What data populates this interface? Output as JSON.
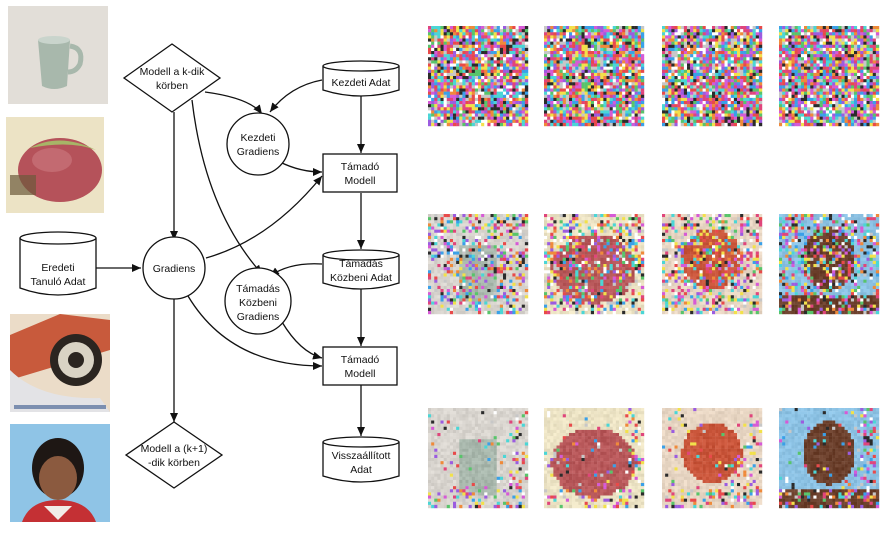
{
  "diagram": {
    "nodes": {
      "model_k": [
        "Modell a k-dik",
        "körben"
      ],
      "initial_data": [
        "Kezdeti Adat"
      ],
      "initial_gradient": [
        "Kezdeti",
        "Gradiens"
      ],
      "attack_model_1": [
        "Támadó",
        "Modell"
      ],
      "original_data": [
        "Eredeti",
        "Tanuló Adat"
      ],
      "gradient": [
        "Gradiens"
      ],
      "intermediate_data": [
        "Támadás",
        "Közbeni Adat"
      ],
      "intermediate_gradient": [
        "Támadás",
        "Közbeni",
        "Gradiens"
      ],
      "attack_model_2": [
        "Támadó",
        "Modell"
      ],
      "model_k1": [
        "Modell a (k+1)",
        "-dik körben"
      ],
      "reconstructed_data": [
        "Visszaállított",
        "Adat"
      ]
    }
  },
  "images": {
    "left_column": [
      {
        "subject": "mug",
        "colors": {
          "bg": "#d9d5cf",
          "obj": "#a9b8ad"
        }
      },
      {
        "subject": "apple",
        "colors": {
          "bg": "#ece3c4",
          "obj": "#b8585a"
        }
      },
      {
        "subject": "rotary-phone",
        "colors": {
          "bg": "#e8d6c3",
          "obj": "#c9553a"
        }
      },
      {
        "subject": "child-portrait",
        "colors": {
          "bg": "#8cc2e4",
          "obj": "#6b3f2b"
        }
      }
    ],
    "grid_rows": [
      {
        "stage": "initial-noise"
      },
      {
        "stage": "intermediate"
      },
      {
        "stage": "reconstructed"
      }
    ]
  }
}
